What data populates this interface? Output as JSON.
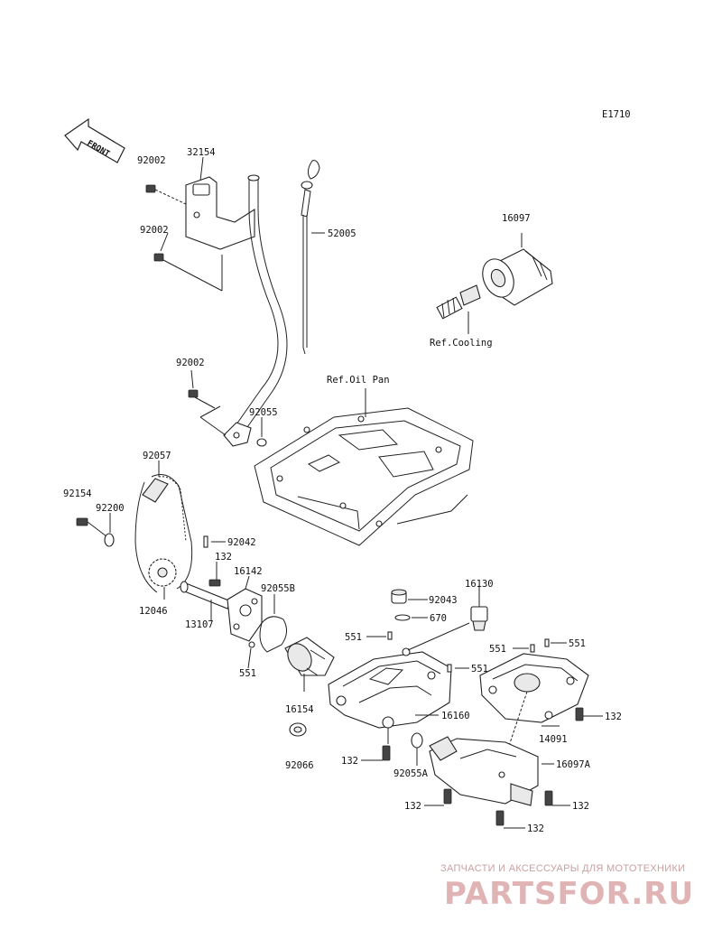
{
  "diagram_code": "E1710",
  "front_label": "FRONT",
  "ref_labels": {
    "cooling": "Ref.Cooling",
    "oil_pan": "Ref.Oil Pan"
  },
  "parts": {
    "p92002_a": "92002",
    "p32154": "32154",
    "p92002_b": "92002",
    "p52005": "52005",
    "p16097": "16097",
    "p92002_c": "92002",
    "p92055": "92055",
    "p92057": "92057",
    "p92154": "92154",
    "p92200": "92200",
    "p92042": "92042",
    "p132_a": "132",
    "p16142": "16142",
    "p92055B": "92055B",
    "p12046": "12046",
    "p13107": "13107",
    "p551_a": "551",
    "p16130": "16130",
    "p92043": "92043",
    "p670": "670",
    "p551_b": "551",
    "p551_c": "551",
    "p551_d": "551",
    "p551_e": "551",
    "p16154": "16154",
    "p16160": "16160",
    "p132_b": "132",
    "p14091": "14091",
    "p92066": "92066",
    "p132_c": "132",
    "p92055A": "92055A",
    "p16097A": "16097A",
    "p132_d": "132",
    "p132_e": "132",
    "p132_f": "132"
  },
  "watermark": {
    "tagline": "ЗАПЧАСТИ И АКСЕССУАРЫ ДЛЯ МОТОТЕХНИКИ",
    "logo": "PARTSFOR.RU"
  }
}
